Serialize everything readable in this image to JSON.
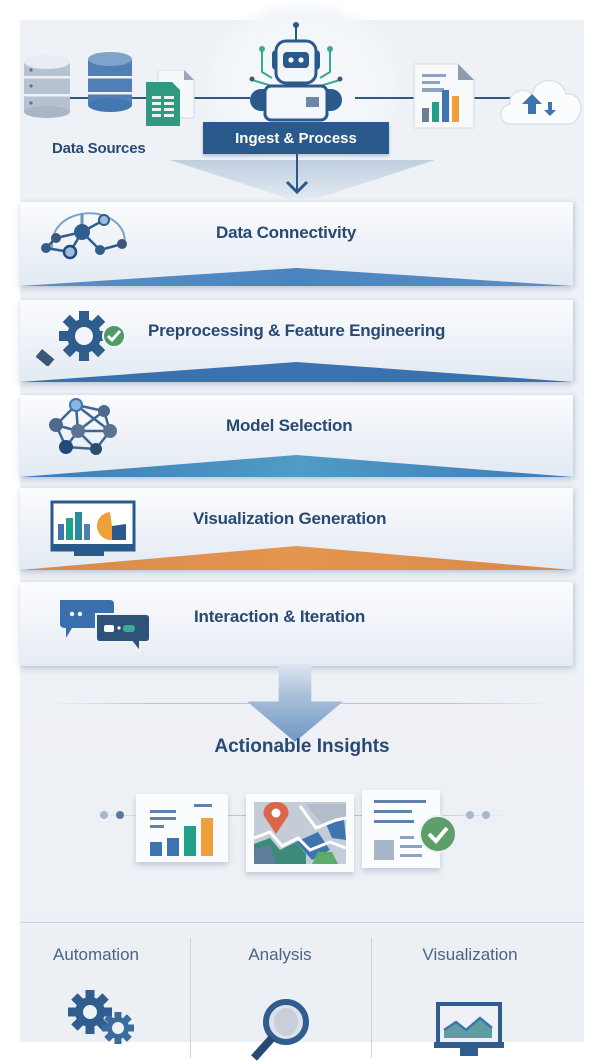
{
  "header": {
    "data_sources_label": "Data Sources",
    "ingest_label": "Ingest & Process"
  },
  "stages": [
    {
      "label": "Data Connectivity",
      "icon": "network-icon",
      "accent": "#3f7ab8"
    },
    {
      "label": "Preprocessing & Feature Engineering",
      "icon": "gear-check-icon",
      "accent": "#3a6fad"
    },
    {
      "label": "Model Selection",
      "icon": "neural-network-icon",
      "accent": "#4a93bd"
    },
    {
      "label": "Visualization Generation",
      "icon": "monitor-chart-icon",
      "accent": "#e0914a"
    },
    {
      "label": "Interaction & Iteration",
      "icon": "chat-bubbles-icon",
      "accent": "#e9eef5"
    }
  ],
  "insights": {
    "title": "Actionable Insights",
    "cards": [
      {
        "icon": "bar-report-icon"
      },
      {
        "icon": "map-pin-icon"
      },
      {
        "icon": "approved-document-icon"
      }
    ]
  },
  "footer": {
    "columns": [
      {
        "label": "Automation",
        "icon": "gears-icon"
      },
      {
        "label": "Analysis",
        "icon": "magnifier-icon"
      },
      {
        "label": "Visualization",
        "icon": "monitor-chart-icon"
      }
    ]
  },
  "colors": {
    "primary": "#2a5a8c",
    "text": "#274a74",
    "teal": "#22a08a",
    "orange": "#f0a03a",
    "green": "#5e9e6a",
    "red_pin": "#d9674a"
  }
}
